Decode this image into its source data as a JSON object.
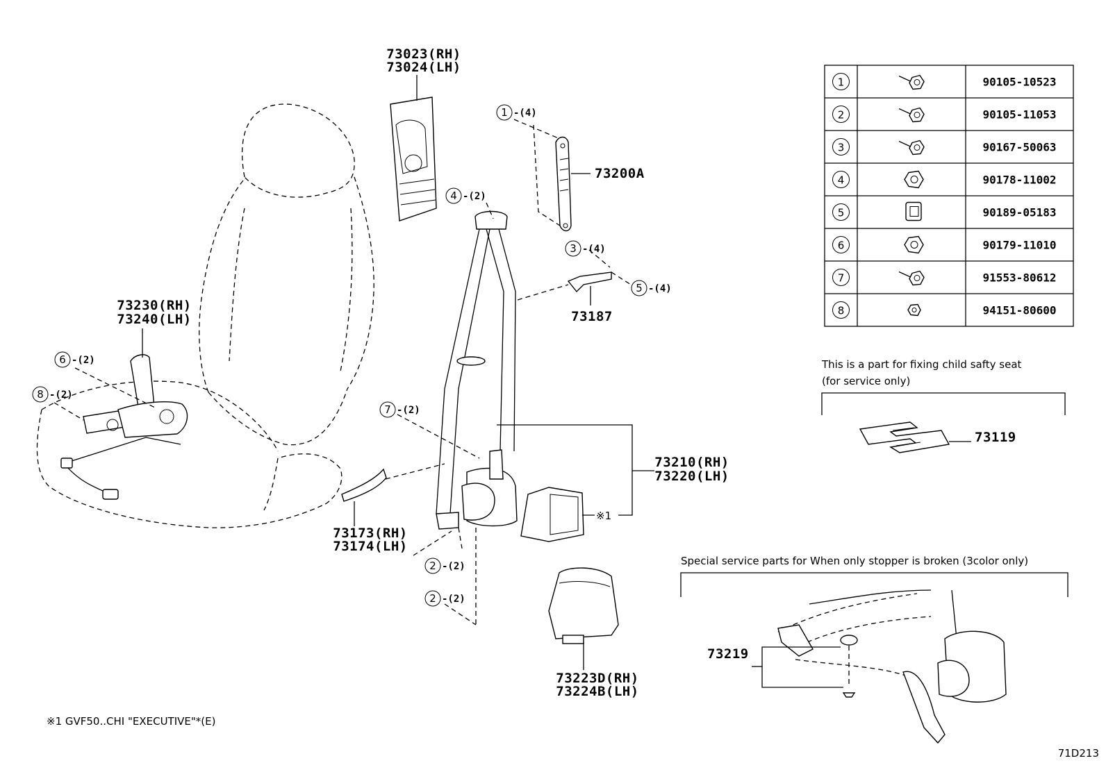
{
  "labels": {
    "p73023_rh": "73023(RH)",
    "p73024_lh": "73024(LH)",
    "p73200a": "73200A",
    "p73187": "73187",
    "p73230_rh": "73230(RH)",
    "p73240_lh": "73240(LH)",
    "p73210_rh": "73210(RH)",
    "p73220_lh": "73220(LH)",
    "p73173_rh": "73173(RH)",
    "p73174_lh": "73174(LH)",
    "p73223d_rh": "73223D(RH)",
    "p73224b_lh": "73224B(LH)",
    "p73119": "73119",
    "p73219": "73219",
    "ref_mark": "※1"
  },
  "callouts": {
    "c1": {
      "num": "1",
      "qty": "-(4)"
    },
    "c4": {
      "num": "4",
      "qty": "-(2)"
    },
    "c3": {
      "num": "3",
      "qty": "-(4)"
    },
    "c5": {
      "num": "5",
      "qty": "-(4)"
    },
    "c6": {
      "num": "6",
      "qty": "-(2)"
    },
    "c8": {
      "num": "8",
      "qty": "-(2)"
    },
    "c7": {
      "num": "7",
      "qty": "-(2)"
    },
    "c2a": {
      "num": "2",
      "qty": "-(2)"
    },
    "c2b": {
      "num": "2",
      "qty": "-(2)"
    }
  },
  "hardware_table": {
    "rows": [
      {
        "num": "1",
        "icon": "bolt-icon",
        "part": "90105-10523"
      },
      {
        "num": "2",
        "icon": "bolt-icon",
        "part": "90105-11053"
      },
      {
        "num": "3",
        "icon": "screw-icon",
        "part": "90167-50063"
      },
      {
        "num": "4",
        "icon": "nut-icon",
        "part": "90178-11002"
      },
      {
        "num": "5",
        "icon": "clip-icon",
        "part": "90189-05183"
      },
      {
        "num": "6",
        "icon": "nut-icon",
        "part": "90179-11010"
      },
      {
        "num": "7",
        "icon": "bolt-icon",
        "part": "91553-80612"
      },
      {
        "num": "8",
        "icon": "small-nut-icon",
        "part": "94151-80600"
      }
    ]
  },
  "notes": {
    "child_seat_line1": "This is a part for fixing child safty seat",
    "child_seat_line2": "(for service only)",
    "stopper": "Special service parts for When only stopper is broken (3color only)",
    "footnote": "※1 GVF50..CHI \"EXECUTIVE\"*(E)",
    "diagram_code": "71D213"
  }
}
